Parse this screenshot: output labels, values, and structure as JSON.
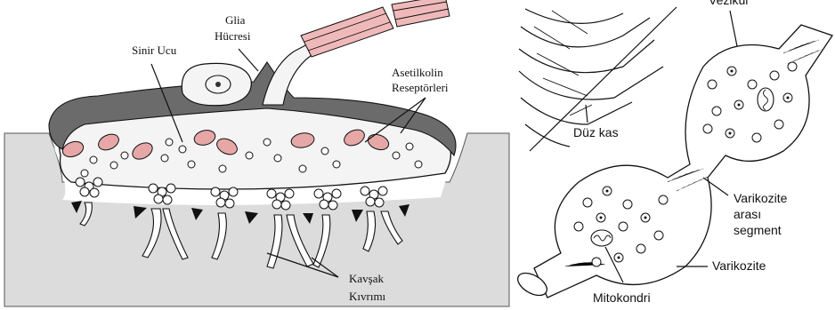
{
  "left_diagram": {
    "labels": {
      "glia": "Glia",
      "glia_cell": "Hücresi",
      "nerve_end": "Sinir Ucu",
      "acetylcholine": "Asetilkolin",
      "receptors": "Reseptörleri",
      "junction": "Kavşak",
      "fold": "Kıvrımı"
    }
  },
  "right_diagram": {
    "labels": {
      "vesicle": "Vezikül",
      "smooth_muscle": "Düz kas",
      "intervaricose": "Varikozite",
      "intervaricose_2": "arası",
      "intervaricose_3": "segment",
      "varicosity": "Varikozite",
      "mitochondria": "Mitokondri"
    }
  },
  "colors": {
    "tissue": "#d9d9d9",
    "glia_dark": "#6b6b6b",
    "mito": "#e7a7a7",
    "axon_pink": "#f0b9b9"
  }
}
